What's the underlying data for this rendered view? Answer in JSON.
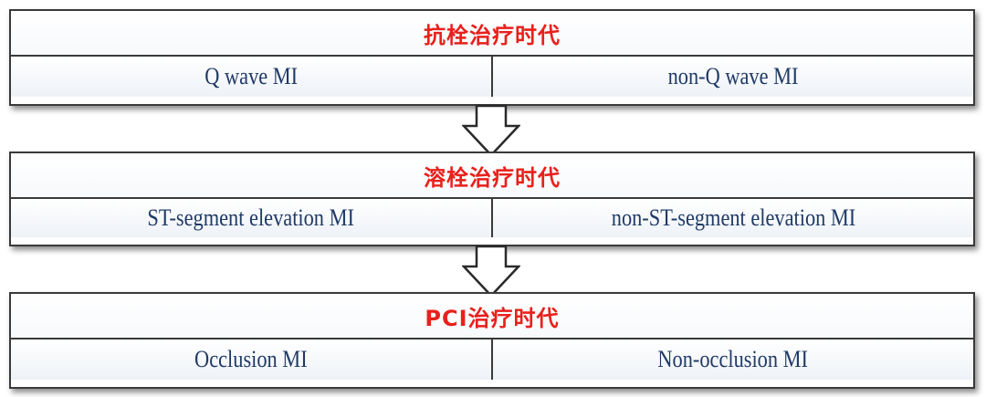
{
  "eras": [
    {
      "title": "抗栓治疗时代",
      "left": "Q wave MI",
      "right": "non-Q wave MI"
    },
    {
      "title": "溶栓治疗时代",
      "left": "ST-segment elevation MI",
      "right": "non-ST-segment elevation MI"
    },
    {
      "title": "PCI治疗时代",
      "left": "Occlusion MI",
      "right": "Non-occlusion MI"
    }
  ],
  "colors": {
    "title": "#e8201c",
    "cell_text": "#1f3a66",
    "border": "#3a3a3a"
  },
  "icons": [
    "down-arrow-icon",
    "down-arrow-icon"
  ]
}
